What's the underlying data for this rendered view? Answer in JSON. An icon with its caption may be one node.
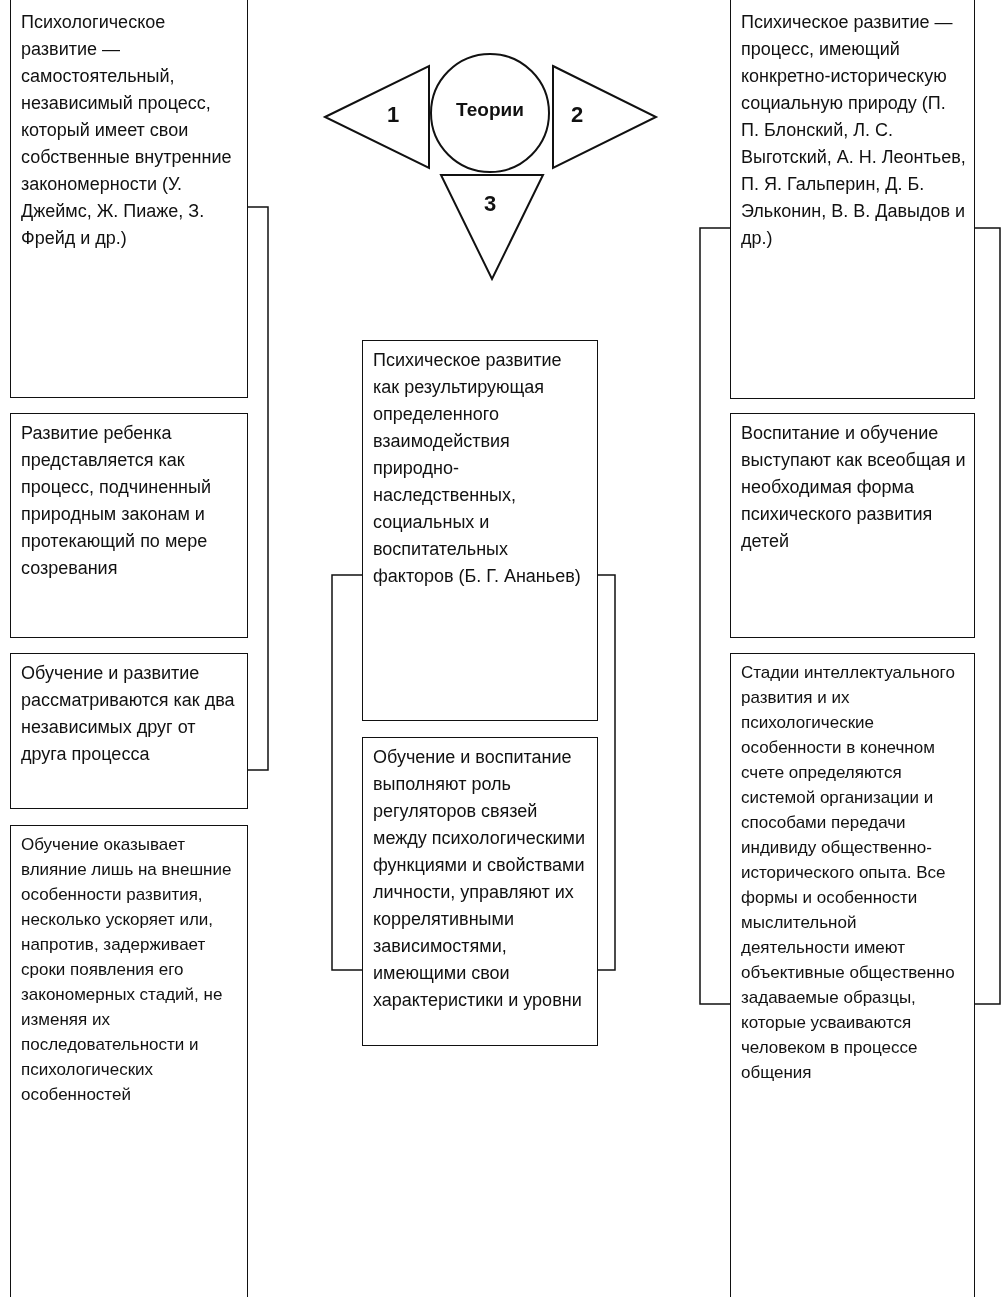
{
  "diagram": {
    "nodes": [
      {
        "text": [
          "1"
        ]
      },
      {
        "text": [
          "Теории"
        ]
      },
      {
        "text": [
          "2"
        ]
      },
      {
        "text": [
          "3"
        ]
      },
      {
        "text": [
          "Психологическое развитие — самостоятельный, независимый процесс, который имеет свои собственные внутренние закономерности (У. Джеймс, Ж. Пиаже, З. Фрейд и др.)"
        ]
      },
      {
        "text": [
          "Развитие ребенка представляется как процесс, подчиненный природным законам и протекающий по мере созревания"
        ]
      },
      {
        "text": [
          "Обучение и развитие рассматриваются как два независимых друг от друга процесса"
        ]
      },
      {
        "text": [
          "Обучение оказывает влияние лишь на внешние особенности развития, несколько ускоряет или, напротив, задерживает сроки появления его закономерных стадий, не изменяя их последовательности и психологических особенностей"
        ]
      },
      {
        "text": [
          "Психическое развитие как результирующая определенного взаимодействия природно-наследственных, социальных и воспитательных факторов (Б. Г. Ананьев)"
        ]
      },
      {
        "text": [
          "Обучение и воспитание выполняют роль регуляторов связей между психологическими функциями и свойствами личности, управляют их коррелятивными зависимостями, имеющими свои характеристики и уровни"
        ]
      },
      {
        "text": [
          "Психическое развитие — процесс, имеющий конкретно-историческую социальную природу (П. П. Блонский, Л. С. Выготский, А. Н. Леонтьев, П. Я. Гальперин, Д. Б. Эльконин, В. В. Давыдов и др.)"
        ]
      },
      {
        "text": [
          "Воспитание и обучение выступают как всеобщая и необходимая форма психического развития детей"
        ]
      },
      {
        "text": [
          "Стадии интеллектуального развития и их психологические особенности в конечном счете определяются системой организации и способами передачи индивиду общественно-исторического опыта. Все формы и особенности мыслительной деятельности имеют объективные общественно задаваемые образцы, которые усваиваются человеком в процессе общения"
        ]
      }
    ],
    "edges": [
      {
        "from": 4,
        "to": 6,
        "arrow": "none"
      },
      {
        "from": 8,
        "to": 9,
        "arrow": "none"
      },
      {
        "from": 8,
        "to": 9,
        "arrow": "none"
      },
      {
        "from": 10,
        "to": 12,
        "arrow": "none"
      },
      {
        "from": 10,
        "to": 12,
        "arrow": "none"
      }
    ]
  }
}
